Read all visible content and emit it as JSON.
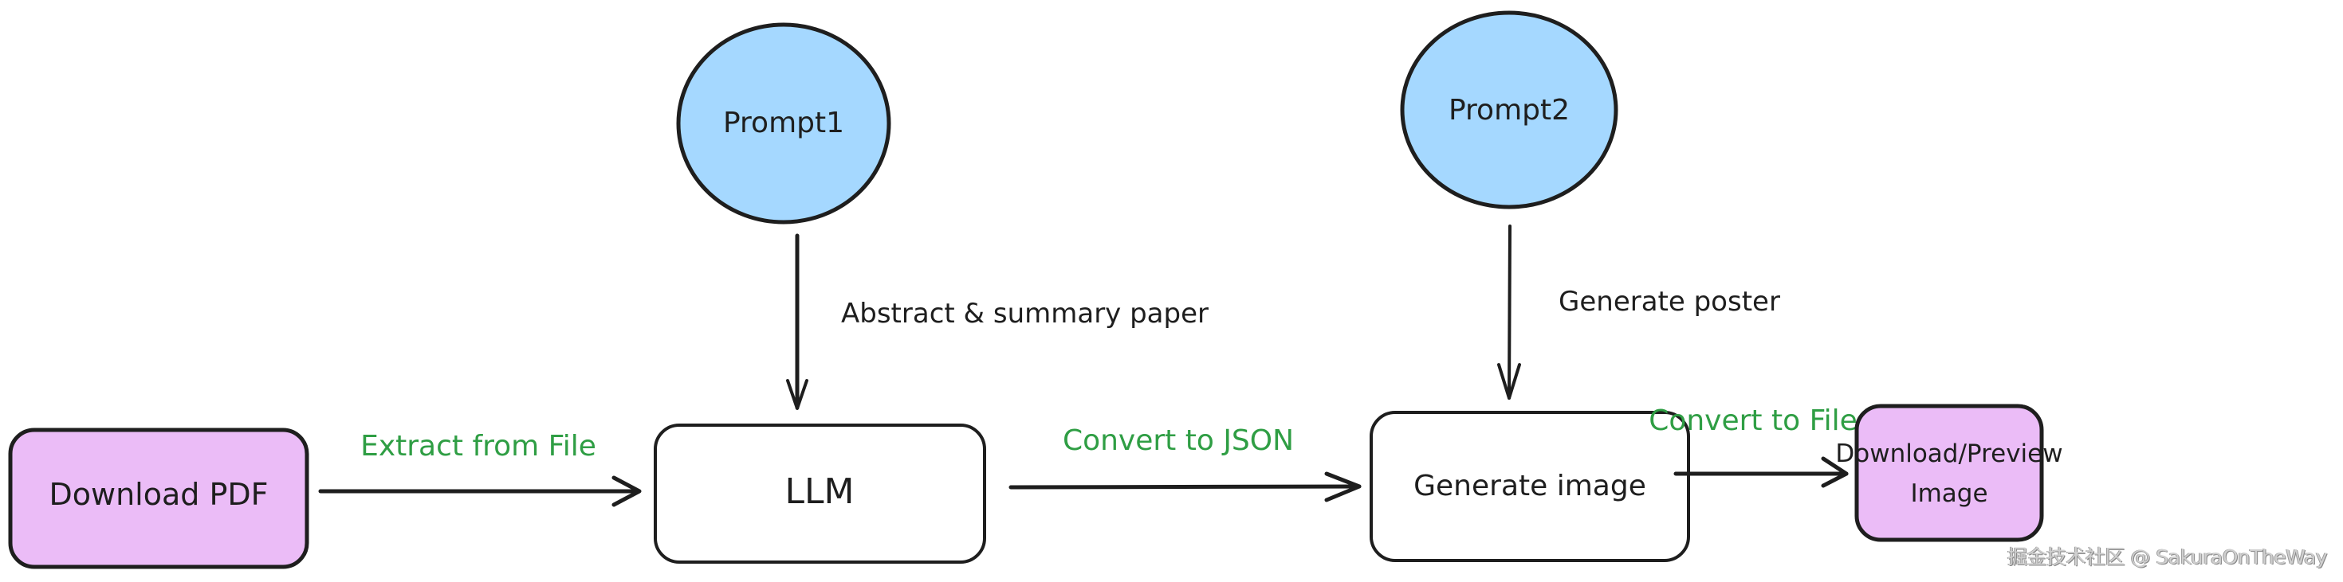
{
  "colors": {
    "stroke": "#1e1e1e",
    "pink_fill": "#ebbcf7",
    "blue_fill": "#a5d8ff",
    "white_fill": "#ffffff",
    "green_text": "#2f9e44"
  },
  "nodes": {
    "download_pdf": {
      "label": "Download PDF"
    },
    "llm": {
      "label": "LLM"
    },
    "generate_image": {
      "label": "Generate image"
    },
    "download_preview": {
      "label_line1": "Download/Preview",
      "label_line2": "Image"
    },
    "prompt1": {
      "label": "Prompt1"
    },
    "prompt2": {
      "label": "Prompt2"
    }
  },
  "edges": {
    "extract": {
      "label": "Extract from File"
    },
    "to_json": {
      "label": "Convert to JSON"
    },
    "to_file": {
      "label": "Convert to File"
    },
    "prompt1_llm": {
      "label": "Abstract & summary paper"
    },
    "prompt2_gen": {
      "label": "Generate poster"
    }
  },
  "watermark": {
    "text": "掘金技术社区 @ SakuraOnTheWay"
  }
}
